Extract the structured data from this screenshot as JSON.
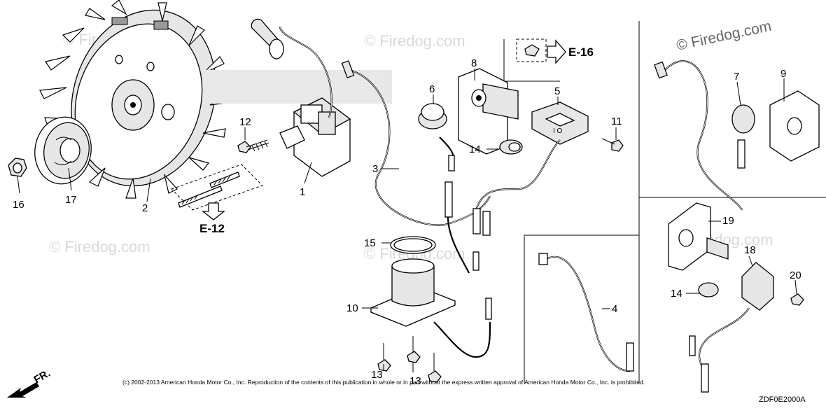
{
  "watermark": {
    "text": "© Firedog.com"
  },
  "callouts": [
    {
      "id": "c1",
      "label": "1"
    },
    {
      "id": "c2",
      "label": "2"
    },
    {
      "id": "c3",
      "label": "3"
    },
    {
      "id": "c4",
      "label": "4"
    },
    {
      "id": "c5",
      "label": "5"
    },
    {
      "id": "c6",
      "label": "6"
    },
    {
      "id": "c7",
      "label": "7"
    },
    {
      "id": "c8",
      "label": "8"
    },
    {
      "id": "c9",
      "label": "9"
    },
    {
      "id": "c10",
      "label": "10"
    },
    {
      "id": "c11",
      "label": "11"
    },
    {
      "id": "c12",
      "label": "12"
    },
    {
      "id": "c13a",
      "label": "13"
    },
    {
      "id": "c13b",
      "label": "13"
    },
    {
      "id": "c14a",
      "label": "14"
    },
    {
      "id": "c14b",
      "label": "14"
    },
    {
      "id": "c15",
      "label": "15"
    },
    {
      "id": "c16",
      "label": "16"
    },
    {
      "id": "c17",
      "label": "17"
    },
    {
      "id": "c18",
      "label": "18"
    },
    {
      "id": "c19",
      "label": "19"
    },
    {
      "id": "c20",
      "label": "20"
    }
  ],
  "references": {
    "e12": "E-12",
    "e16": "E-16",
    "front": "FR."
  },
  "copyright": "(c) 2002-2013 American Honda Motor Co., Inc. Reproduction of the contents of this publication in whole or in part without the express written approval of American Honda Motor Co., Inc. is prohibited.",
  "diagram_code": "ZDF0E2000A"
}
